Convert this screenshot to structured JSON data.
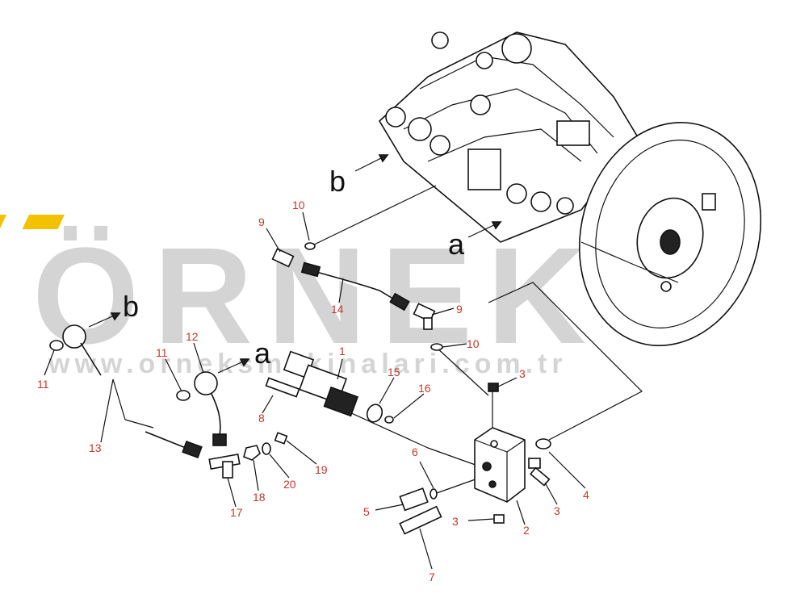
{
  "watermark": {
    "brand": "ÖRNEK",
    "url": "www.orneksmakinalari.com.tr",
    "accent_color": "#f2c200"
  },
  "reference_letters": [
    "a",
    "b",
    "a",
    "b"
  ],
  "callouts": [
    "1",
    "2",
    "3",
    "3",
    "3",
    "4",
    "5",
    "6",
    "7",
    "8",
    "9",
    "9",
    "10",
    "10",
    "11",
    "11",
    "12",
    "13",
    "14",
    "15",
    "16",
    "17",
    "18",
    "19",
    "20"
  ],
  "colors": {
    "callout": "#c0392b",
    "line": "#111111",
    "watermark": "#d4d4d4"
  }
}
